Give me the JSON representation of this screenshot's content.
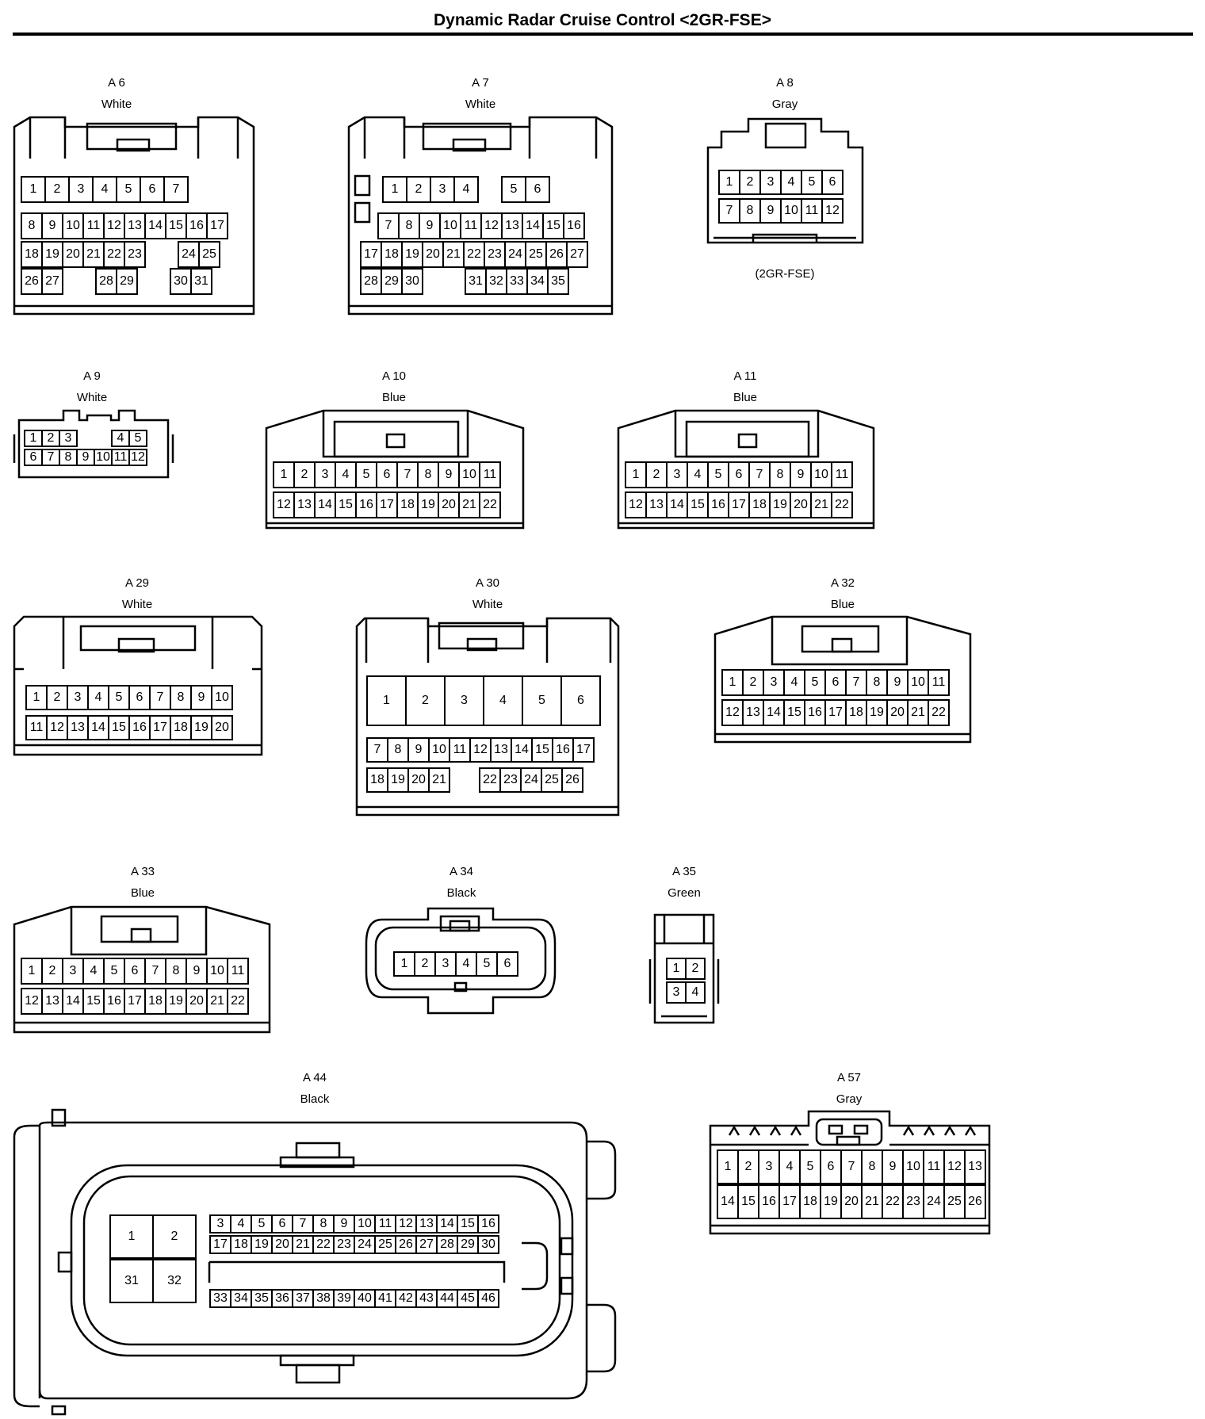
{
  "title": "Dynamic Radar Cruise Control <2GR-FSE>",
  "connectors": [
    {
      "id": "A 6",
      "color": "White",
      "note": "",
      "rows": [
        [
          "1",
          "2",
          "3",
          "4",
          "5",
          "6",
          "7"
        ],
        [
          "8",
          "9",
          "10",
          "11",
          "12",
          "13",
          "14",
          "15",
          "16",
          "17"
        ],
        [
          "18",
          "19",
          "20",
          "21",
          "22",
          "23",
          "",
          "24",
          "25"
        ],
        [
          "26",
          "27",
          "",
          "28",
          "29",
          "",
          "30",
          "31"
        ]
      ]
    },
    {
      "id": "A 7",
      "color": "White",
      "note": "",
      "rows": [
        [
          "1",
          "2",
          "3",
          "4",
          "",
          "5",
          "6"
        ],
        [
          "7",
          "8",
          "9",
          "10",
          "11",
          "12",
          "13",
          "14",
          "15",
          "16"
        ],
        [
          "17",
          "18",
          "19",
          "20",
          "21",
          "22",
          "23",
          "24",
          "25",
          "26",
          "27"
        ],
        [
          "28",
          "29",
          "30",
          "",
          "31",
          "32",
          "33",
          "34",
          "35"
        ]
      ]
    },
    {
      "id": "A 8",
      "color": "Gray",
      "note": "(2GR-FSE)",
      "rows": [
        [
          "1",
          "2",
          "3",
          "4",
          "5",
          "6"
        ],
        [
          "7",
          "8",
          "9",
          "10",
          "11",
          "12"
        ]
      ]
    },
    {
      "id": "A 9",
      "color": "White",
      "note": "",
      "rows": [
        [
          "1",
          "2",
          "3",
          "",
          "",
          "4",
          "5"
        ],
        [
          "6",
          "7",
          "8",
          "9",
          "10",
          "11",
          "12"
        ]
      ]
    },
    {
      "id": "A 10",
      "color": "Blue",
      "note": "",
      "rows": [
        [
          "1",
          "2",
          "3",
          "4",
          "5",
          "6",
          "7",
          "8",
          "9",
          "10",
          "11"
        ],
        [
          "12",
          "13",
          "14",
          "15",
          "16",
          "17",
          "18",
          "19",
          "20",
          "21",
          "22"
        ]
      ]
    },
    {
      "id": "A 11",
      "color": "Blue",
      "note": "",
      "rows": [
        [
          "1",
          "2",
          "3",
          "4",
          "5",
          "6",
          "7",
          "8",
          "9",
          "10",
          "11"
        ],
        [
          "12",
          "13",
          "14",
          "15",
          "16",
          "17",
          "18",
          "19",
          "20",
          "21",
          "22"
        ]
      ]
    },
    {
      "id": "A 29",
      "color": "White",
      "note": "",
      "rows": [
        [
          "1",
          "2",
          "3",
          "4",
          "5",
          "6",
          "7",
          "8",
          "9",
          "10"
        ],
        [
          "11",
          "12",
          "13",
          "14",
          "15",
          "16",
          "17",
          "18",
          "19",
          "20"
        ]
      ]
    },
    {
      "id": "A 30",
      "color": "White",
      "note": "",
      "rows": [
        [
          "1",
          "2",
          "3",
          "4",
          "5",
          "6"
        ],
        [
          "7",
          "8",
          "9",
          "10",
          "11",
          "12",
          "13",
          "14",
          "15",
          "16",
          "17"
        ],
        [
          "18",
          "19",
          "20",
          "21",
          "",
          "22",
          "23",
          "24",
          "25",
          "26"
        ]
      ]
    },
    {
      "id": "A 32",
      "color": "Blue",
      "note": "",
      "rows": [
        [
          "1",
          "2",
          "3",
          "4",
          "5",
          "6",
          "7",
          "8",
          "9",
          "10",
          "11"
        ],
        [
          "12",
          "13",
          "14",
          "15",
          "16",
          "17",
          "18",
          "19",
          "20",
          "21",
          "22"
        ]
      ]
    },
    {
      "id": "A 33",
      "color": "Blue",
      "note": "",
      "rows": [
        [
          "1",
          "2",
          "3",
          "4",
          "5",
          "6",
          "7",
          "8",
          "9",
          "10",
          "11"
        ],
        [
          "12",
          "13",
          "14",
          "15",
          "16",
          "17",
          "18",
          "19",
          "20",
          "21",
          "22"
        ]
      ]
    },
    {
      "id": "A 34",
      "color": "Black",
      "note": "",
      "rows": [
        [
          "1",
          "2",
          "3",
          "4",
          "5",
          "6"
        ]
      ]
    },
    {
      "id": "A 35",
      "color": "Green",
      "note": "",
      "rows": [
        [
          "1",
          "2"
        ],
        [
          "3",
          "4"
        ]
      ]
    },
    {
      "id": "A 44",
      "color": "Black",
      "note": "",
      "rows": [
        [
          "1",
          "2"
        ],
        [
          "31",
          "32"
        ],
        [
          "3",
          "4",
          "5",
          "6",
          "7",
          "8",
          "9",
          "10",
          "11",
          "12",
          "13",
          "14",
          "15",
          "16"
        ],
        [
          "17",
          "18",
          "19",
          "20",
          "21",
          "22",
          "23",
          "24",
          "25",
          "26",
          "27",
          "28",
          "29",
          "30"
        ],
        [
          "33",
          "34",
          "35",
          "36",
          "37",
          "38",
          "39",
          "40",
          "41",
          "42",
          "43",
          "44",
          "45",
          "46"
        ]
      ]
    },
    {
      "id": "A 57",
      "color": "Gray",
      "note": "",
      "rows": [
        [
          "1",
          "2",
          "3",
          "4",
          "5",
          "6",
          "7",
          "8",
          "9",
          "10",
          "11",
          "12",
          "13"
        ],
        [
          "14",
          "15",
          "16",
          "17",
          "18",
          "19",
          "20",
          "21",
          "22",
          "23",
          "24",
          "25",
          "26"
        ]
      ]
    }
  ]
}
